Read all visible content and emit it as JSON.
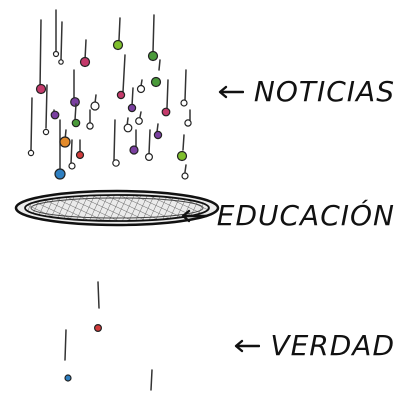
{
  "labels": {
    "news": "NOTICIAS",
    "education": "EDUCACIÓN",
    "truth": "VERDAD"
  },
  "icons": {
    "arrow": "left-arrow-icon",
    "sieve": "sieve-icon"
  },
  "colors": {
    "ink": "#111111",
    "mesh": "#7a7a7a",
    "rim": "#cfcfcf",
    "purple": "#7a3fa0",
    "pink": "#c43a6b",
    "green": "#4a9a3a",
    "blue": "#2e7fc1",
    "orange": "#e38a2a",
    "red": "#d23b3b",
    "gray": "#8a8a8a"
  }
}
